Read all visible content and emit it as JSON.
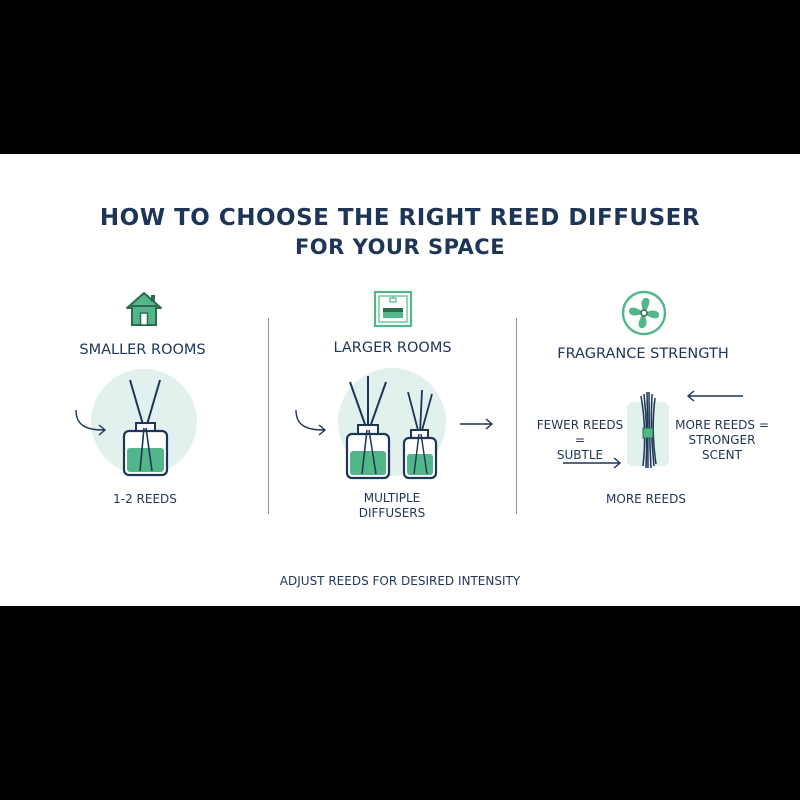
{
  "title": {
    "line1": "HOW TO CHOOSE  THE  RIGHT REED DIFFUSER",
    "line2": "FOR YOUR SPACE"
  },
  "sections": [
    {
      "heading": "SMALLER ROOMS",
      "icon": "house-icon",
      "caption": "1-2 REEDS"
    },
    {
      "heading": "LARGER ROOMS",
      "icon": "living-room-icon",
      "caption_line1": "MULTIPLE",
      "caption_line2": "DIFFUSERS"
    },
    {
      "heading": "FRAGRANCE STRENGTH",
      "icon": "fan-icon",
      "left_line1": "FEWER REEDS =",
      "left_line2": "SUBTLE",
      "right_line1": "MORE REEDS =",
      "right_line2": "STRONGER",
      "right_line3": "SCENT",
      "caption": "MORE REEDS"
    }
  ],
  "footer": "ADJUST REEDS FOR DESIRED INTENSITY",
  "colors": {
    "navy": "#1d3557",
    "green": "#52b788",
    "green_dark": "#2d6a4f",
    "circle_bg": "#e3f1ee"
  }
}
